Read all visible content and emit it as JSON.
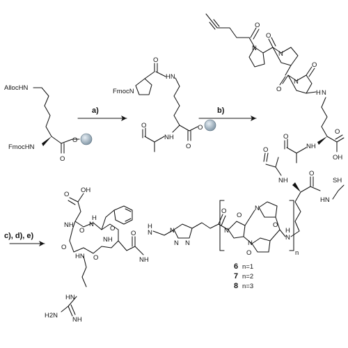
{
  "labels": {
    "alloc_hn": "AllocHN",
    "fmoc_hn": "FmocHN",
    "fmoc_n": "FmocN",
    "hn": "HN",
    "nh": "NH",
    "h": "H",
    "n": "N",
    "o": "O",
    "oh": "OH",
    "cooh": "OH",
    "hn_amide": "HN",
    "sh": "SH",
    "h2n": "H2N",
    "n_sub": "n"
  },
  "reagents": {
    "step_a": "a)",
    "step_b": "b)",
    "step_cde": "c), d), e)"
  },
  "compounds": [
    {
      "id": "6",
      "text": "n=1"
    },
    {
      "id": "7",
      "text": "n=2"
    },
    {
      "id": "8",
      "text": "n=3"
    }
  ],
  "colors": {
    "ink": "#111111",
    "bead_light": "#e6eef4",
    "bead_dark": "#7e93a3"
  }
}
